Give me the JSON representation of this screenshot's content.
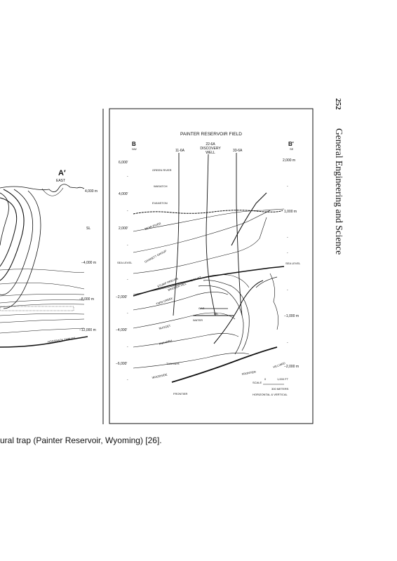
{
  "page": {
    "number": "252",
    "running_head": "General Engineering and Science",
    "caption": "ural trap (Painter Reservoir, Wyoming) [26]."
  },
  "left_section": {
    "label": "A′",
    "direction": "EAST",
    "depths": [
      "4,000 m",
      "SL",
      "−4,000 m",
      "−8,000 m",
      "−12,000 m"
    ],
    "feature": "HOGSBACK THRUST"
  },
  "right_section": {
    "title": "PAINTER RESERVOIR FIELD",
    "left_label": "B",
    "left_dir": "NW",
    "right_label": "B′",
    "right_dir": "SE",
    "wells": [
      "11-6A",
      "22-6A",
      "DISCOVERY",
      "WELL",
      "33-6A"
    ],
    "depths_ft": [
      "6,000′",
      "4,000′",
      "2,000′",
      "SEA LEVEL",
      "−2,000′",
      "−4,000′",
      "−6,000′"
    ],
    "depths_m": [
      "2,000 m",
      "1,000 m",
      "SEA LEVEL",
      "−1,000 m",
      "−2,000 m"
    ],
    "formations": [
      "GREEN RIVER",
      "WASATCH",
      "EVANSTON",
      "BEAR RIVER",
      "GANNETT GROUP",
      "STUMP PREUSS",
      "BRIDGER HILL",
      "THRUST",
      "TWIN CREEK",
      "GAS",
      "OIL",
      "WATER",
      "NUGGET",
      "ANKAREH",
      "THAYNES",
      "WOODSIDE",
      "FRONTIER",
      "HILLIARD",
      "FRONTIER"
    ],
    "scale": {
      "label": "SCALE",
      "values": [
        "0",
        "1,000 FT"
      ],
      "meters": "300 METERS",
      "note": "HORIZONTAL & VERTICAL"
    }
  }
}
